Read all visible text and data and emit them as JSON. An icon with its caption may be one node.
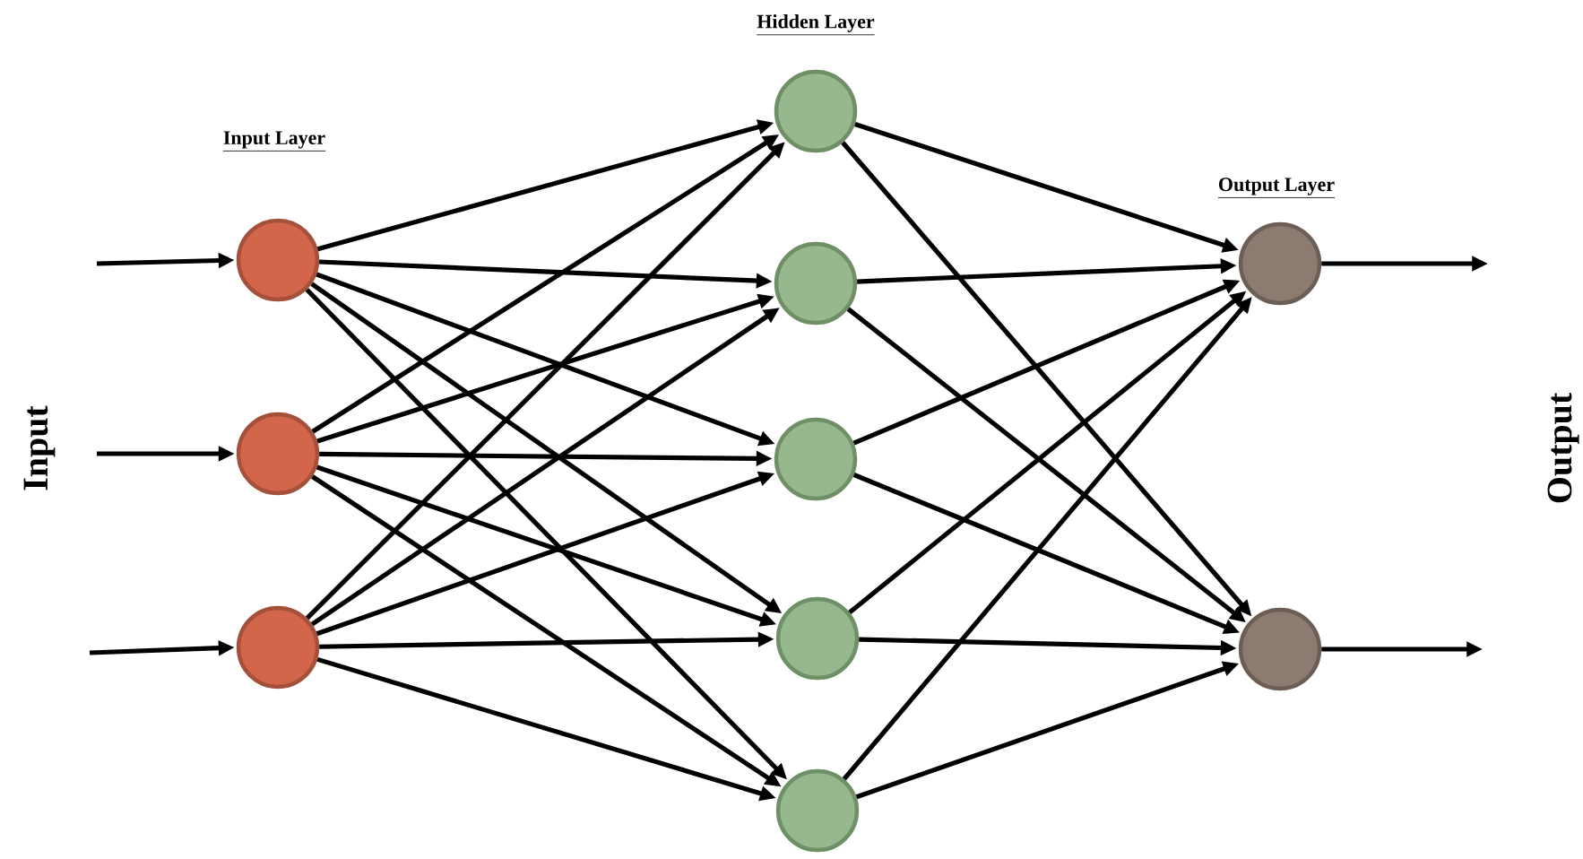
{
  "diagram": {
    "nodes": [
      {
        "text": [],
        "shape": "circle"
      },
      {
        "text": [],
        "shape": "circle"
      },
      {
        "text": [],
        "shape": "circle"
      },
      {
        "text": [],
        "shape": "circle"
      },
      {
        "text": [],
        "shape": "circle"
      },
      {
        "text": [],
        "shape": "circle"
      },
      {
        "text": [],
        "shape": "circle"
      },
      {
        "text": [],
        "shape": "circle"
      },
      {
        "text": [],
        "shape": "circle"
      },
      {
        "text": [],
        "shape": "circle"
      }
    ],
    "edges": [
      {
        "from": null,
        "to": 0,
        "arrow": "to"
      },
      {
        "from": null,
        "to": 1,
        "arrow": "to"
      },
      {
        "from": null,
        "to": 2,
        "arrow": "to"
      },
      {
        "from": 0,
        "to": 3,
        "arrow": "to"
      },
      {
        "from": 0,
        "to": 4,
        "arrow": "to"
      },
      {
        "from": 0,
        "to": 5,
        "arrow": "to"
      },
      {
        "from": 0,
        "to": 6,
        "arrow": "to"
      },
      {
        "from": 0,
        "to": 7,
        "arrow": "to"
      },
      {
        "from": 1,
        "to": 3,
        "arrow": "to"
      },
      {
        "from": 1,
        "to": 4,
        "arrow": "to"
      },
      {
        "from": 1,
        "to": 5,
        "arrow": "to"
      },
      {
        "from": 1,
        "to": 6,
        "arrow": "to"
      },
      {
        "from": 1,
        "to": 7,
        "arrow": "to"
      },
      {
        "from": 2,
        "to": 3,
        "arrow": "to"
      },
      {
        "from": 2,
        "to": 4,
        "arrow": "to"
      },
      {
        "from": 2,
        "to": 5,
        "arrow": "to"
      },
      {
        "from": 2,
        "to": 6,
        "arrow": "to"
      },
      {
        "from": 2,
        "to": 7,
        "arrow": "to"
      },
      {
        "from": 3,
        "to": 8,
        "arrow": "to"
      },
      {
        "from": 3,
        "to": 9,
        "arrow": "to"
      },
      {
        "from": 4,
        "to": 8,
        "arrow": "to"
      },
      {
        "from": 4,
        "to": 9,
        "arrow": "to"
      },
      {
        "from": 5,
        "to": 8,
        "arrow": "to"
      },
      {
        "from": 5,
        "to": 9,
        "arrow": "to"
      },
      {
        "from": 6,
        "to": 8,
        "arrow": "to"
      },
      {
        "from": 6,
        "to": 9,
        "arrow": "to"
      },
      {
        "from": 7,
        "to": 8,
        "arrow": "to"
      },
      {
        "from": 7,
        "to": 9,
        "arrow": "to"
      },
      {
        "from": 8,
        "to": null,
        "arrow": "to"
      },
      {
        "from": 9,
        "to": null,
        "arrow": "to"
      }
    ],
    "labels": [
      "Hidden Layer",
      "Input Layer",
      "Output Layer",
      "Input",
      "Output"
    ]
  }
}
